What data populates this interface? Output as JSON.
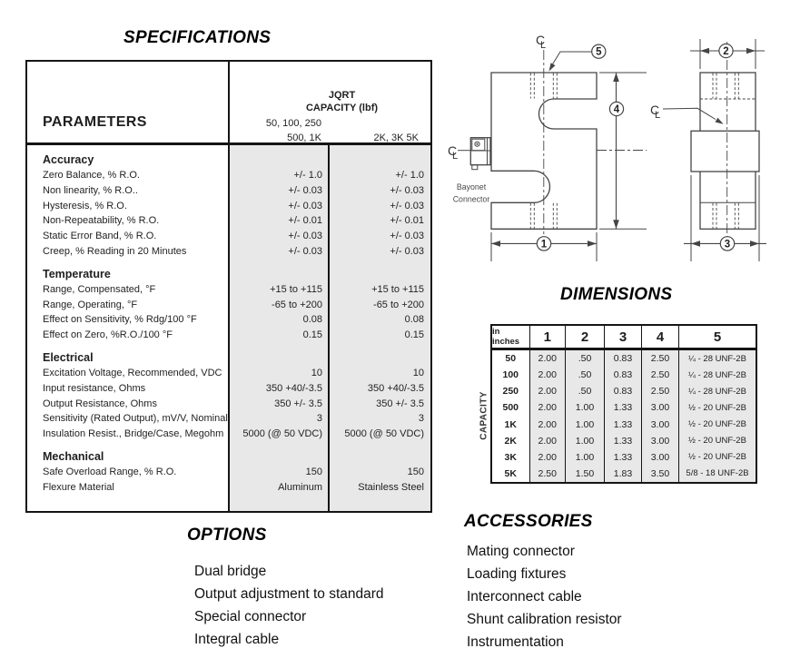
{
  "titles": {
    "specifications": "SPECIFICATIONS",
    "dimensions": "DIMENSIONS",
    "options": "OPTIONS",
    "accessories": "ACCESSORIES"
  },
  "spec_table": {
    "param_header": "PARAMETERS",
    "group_model": "JQRT",
    "group_capacity": "CAPACITY (lbf)",
    "col1_line1": "50, 100, 250",
    "col1_line2": "500, 1K",
    "col2_label": "2K, 3K 5K",
    "sections": [
      {
        "name": "Accuracy",
        "rows": [
          [
            "Zero Balance, % R.O.",
            "+/- 1.0",
            "+/- 1.0"
          ],
          [
            "Non linearity, % R.O..",
            "+/- 0.03",
            "+/- 0.03"
          ],
          [
            "Hysteresis, % R.O.",
            "+/- 0.03",
            "+/- 0.03"
          ],
          [
            "Non-Repeatability, % R.O.",
            "+/- 0.01",
            "+/- 0.01"
          ],
          [
            "Static Error Band, % R.O.",
            "+/- 0.03",
            "+/- 0.03"
          ],
          [
            "Creep, % Reading in 20 Minutes",
            "+/- 0.03",
            "+/- 0.03"
          ]
        ]
      },
      {
        "name": "Temperature",
        "rows": [
          [
            "Range, Compensated, °F",
            "+15 to +115",
            "+15 to +115"
          ],
          [
            "Range, Operating, °F",
            "-65 to +200",
            "-65 to +200"
          ],
          [
            "Effect on Sensitivity, % Rdg/100 °F",
            "0.08",
            "0.08"
          ],
          [
            "Effect on Zero, %R.O./100 °F",
            "0.15",
            "0.15"
          ]
        ]
      },
      {
        "name": "Electrical",
        "rows": [
          [
            "Excitation Voltage, Recommended, VDC",
            "10",
            "10"
          ],
          [
            "Input resistance, Ohms",
            "350 +40/-3.5",
            "350 +40/-3.5"
          ],
          [
            "Output Resistance, Ohms",
            "350 +/- 3.5",
            "350 +/- 3.5"
          ],
          [
            "Sensitivity (Rated Output), mV/V, Nominal",
            "3",
            "3"
          ],
          [
            "Insulation Resist., Bridge/Case, Megohm",
            "5000 (@ 50 VDC)",
            "5000 (@ 50 VDC)"
          ]
        ]
      },
      {
        "name": "Mechanical",
        "rows": [
          [
            "Safe Overload Range, % R.O.",
            "150",
            "150"
          ],
          [
            "Flexure Material",
            "Aluminum",
            "Stainless Steel"
          ]
        ]
      }
    ]
  },
  "dim_table": {
    "corner": "in inches",
    "side_label": "CAPACITY",
    "columns": [
      "1",
      "2",
      "3",
      "4",
      "5"
    ],
    "rows": [
      {
        "capacity": "50",
        "values": [
          "2.00",
          ".50",
          "0.83",
          "2.50",
          "¼ - 28 UNF-2B"
        ]
      },
      {
        "capacity": "100",
        "values": [
          "2.00",
          ".50",
          "0.83",
          "2.50",
          "¼ - 28 UNF-2B"
        ]
      },
      {
        "capacity": "250",
        "values": [
          "2.00",
          ".50",
          "0.83",
          "2.50",
          "¼ - 28 UNF-2B"
        ]
      },
      {
        "capacity": "500",
        "values": [
          "2.00",
          "1.00",
          "1.33",
          "3.00",
          "½ - 20 UNF-2B"
        ]
      },
      {
        "capacity": "1K",
        "values": [
          "2.00",
          "1.00",
          "1.33",
          "3.00",
          "½ - 20 UNF-2B"
        ]
      },
      {
        "capacity": "2K",
        "values": [
          "2.00",
          "1.00",
          "1.33",
          "3.00",
          "½ - 20 UNF-2B"
        ]
      },
      {
        "capacity": "3K",
        "values": [
          "2.00",
          "1.00",
          "1.33",
          "3.00",
          "½ - 20 UNF-2B"
        ]
      },
      {
        "capacity": "5K",
        "values": [
          "2.50",
          "1.50",
          "1.83",
          "3.50",
          "5/8 - 18 UNF-2B"
        ]
      }
    ]
  },
  "options": {
    "items": [
      "Dual bridge",
      "Output adjustment to standard",
      "Special connector",
      "Integral cable"
    ]
  },
  "accessories": {
    "items": [
      "Mating connector",
      "Loading fixtures",
      "Interconnect cable",
      "Shunt calibration resistor",
      "Instrumentation"
    ]
  },
  "drawing": {
    "cl_c": "C",
    "cl_l": "L",
    "bayonet_label": [
      "Bayonet",
      "Connector"
    ],
    "callouts": [
      "1",
      "2",
      "3",
      "4",
      "5"
    ]
  },
  "colors": {
    "cell_gray": "#e8e8e8",
    "border": "#151515",
    "line": "#454545",
    "text": "#1f1f1f"
  }
}
